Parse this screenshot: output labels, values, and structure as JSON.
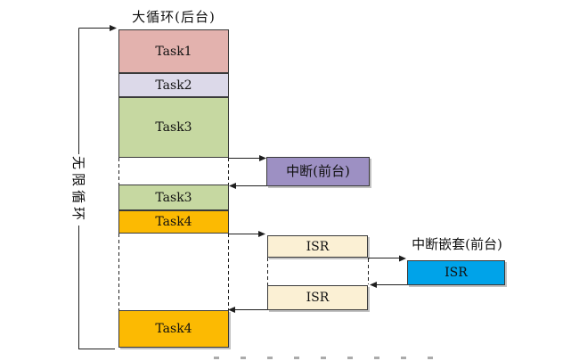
{
  "diagram": {
    "title": "大循环(后台)",
    "loop_label": "无限循环",
    "column_tasks": [
      "Task1",
      "Task2",
      "Task3",
      "Task3",
      "Task4",
      "Task4"
    ],
    "interrupt_label": "中断(前台)",
    "isr_label_1": "ISR",
    "isr_label_2": "ISR",
    "nested_title": "中断嵌套(前台)",
    "nested_isr_label": "ISR",
    "colors": {
      "task1": "#e3b2ae",
      "task2": "#dcd9e9",
      "task3": "#c6d8a1",
      "task4": "#fcba02",
      "interrupt": "#9d90c3",
      "isr": "#fbf0d4",
      "nested_isr": "#00a3e9",
      "line": "#1f1f1f"
    }
  }
}
